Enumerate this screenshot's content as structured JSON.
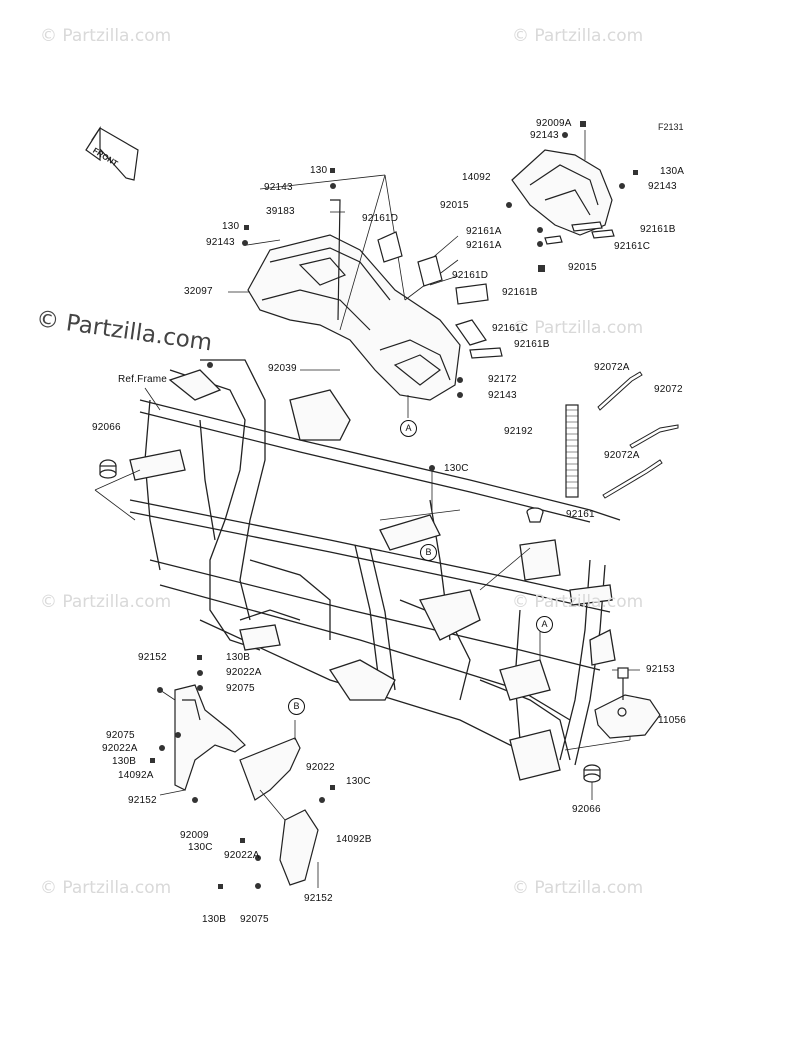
{
  "figure_code": "F2131",
  "front_label": "FRONT",
  "watermark": "© Partzilla.com",
  "ref_frame": "Ref.Frame",
  "labels": {
    "l1": "92009A",
    "l2": "92143",
    "l3": "14092",
    "l4": "130A",
    "l5": "92143",
    "l6": "92015",
    "l7": "92161A",
    "l8": "92161B",
    "l9": "92161A",
    "l10": "92161C",
    "l11": "92015",
    "l12": "130",
    "l13": "92143",
    "l14": "39183",
    "l15": "92161D",
    "l16": "130",
    "l17": "92143",
    "l18": "32097",
    "l19": "92161D",
    "l20": "92161B",
    "l21": "92161C",
    "l22": "92161B",
    "l23": "92039",
    "l24": "92172",
    "l25": "92143",
    "l26": "92072A",
    "l27": "92072",
    "l28": "92066",
    "l29": "92192",
    "l30": "92072A",
    "l31": "130C",
    "l32": "92161",
    "l33": "92152",
    "l34": "130B",
    "l35": "92022A",
    "l36": "92075",
    "l37": "92153",
    "l38": "11056",
    "l39": "92075",
    "l40": "92022A",
    "l41": "130B",
    "l42": "14092A",
    "l43": "92022",
    "l44": "130C",
    "l45": "92152",
    "l46": "92009",
    "l47": "130C",
    "l48": "14092B",
    "l49": "92022A",
    "l50": "92152",
    "l51": "130B",
    "l52": "92075",
    "l53": "92066"
  },
  "callouts": {
    "a1": "A",
    "a2": "A",
    "b1": "B",
    "b2": "B"
  }
}
